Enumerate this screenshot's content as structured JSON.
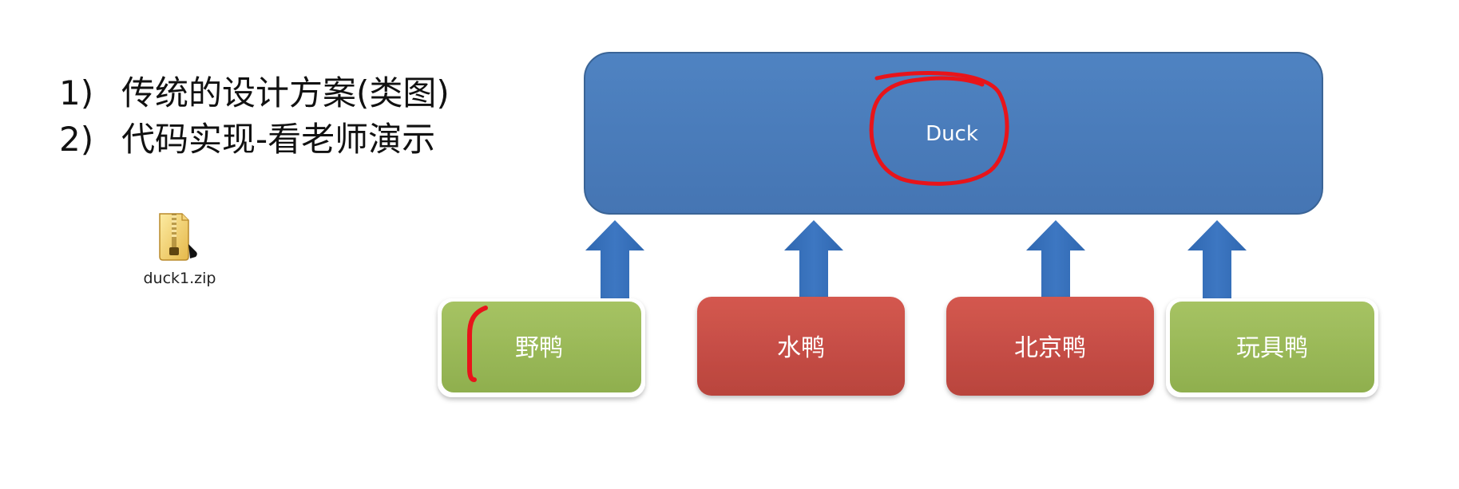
{
  "outline": {
    "items": [
      {
        "number": "1)",
        "text": "传统的设计方案(类图)"
      },
      {
        "number": "2)",
        "text": "代码实现-看老师演示"
      }
    ]
  },
  "attachment": {
    "icon": "zip-folder-icon",
    "filename": "duck1.zip"
  },
  "diagram": {
    "parent": {
      "label": "Duck",
      "color": "#4A7EBB"
    },
    "children": [
      {
        "label": "野鸭",
        "color": "#9BBB59"
      },
      {
        "label": "水鸭",
        "color": "#C0504D"
      },
      {
        "label": "北京鸭",
        "color": "#C0504D"
      },
      {
        "label": "玩具鸭",
        "color": "#9BBB59"
      }
    ],
    "arrow_color": "#3670B8",
    "annotation_color": "#E8141A"
  }
}
